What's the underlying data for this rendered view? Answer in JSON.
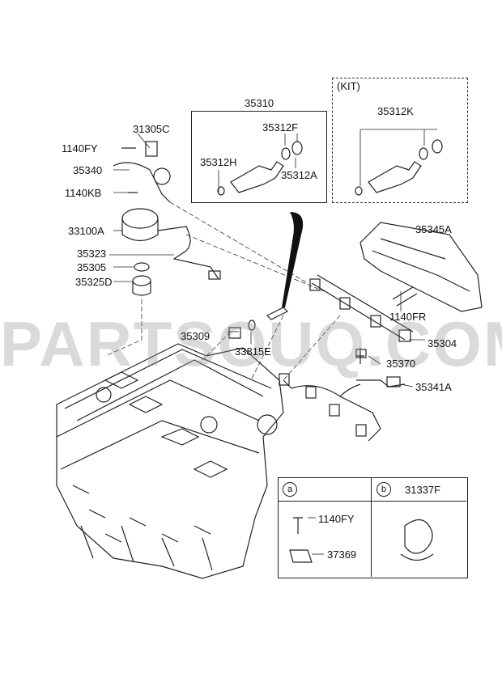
{
  "watermark": "PARTSOUQ.COM",
  "labels": {
    "p35310": "35310",
    "p35312f": "35312F",
    "p35312h": "35312H",
    "p35312a": "35312A",
    "kit": "(KIT)",
    "p35312k": "35312K",
    "p31305c": "31305C",
    "p1140fy_top": "1140FY",
    "p35340": "35340",
    "p1140kb": "1140KB",
    "p33100a": "33100A",
    "p35323": "35323",
    "p35305": "35305",
    "p35325d": "35325D",
    "p35345a": "35345A",
    "p1140fr": "1140FR",
    "p35309": "35309",
    "p33815e": "33815E",
    "p35304": "35304",
    "p35370": "35370",
    "p35341a": "35341A"
  },
  "legend": {
    "cell_a": "a",
    "cell_b": "b",
    "p31337f": "31337F",
    "p1140fy": "1140FY",
    "p37369": "37369"
  }
}
